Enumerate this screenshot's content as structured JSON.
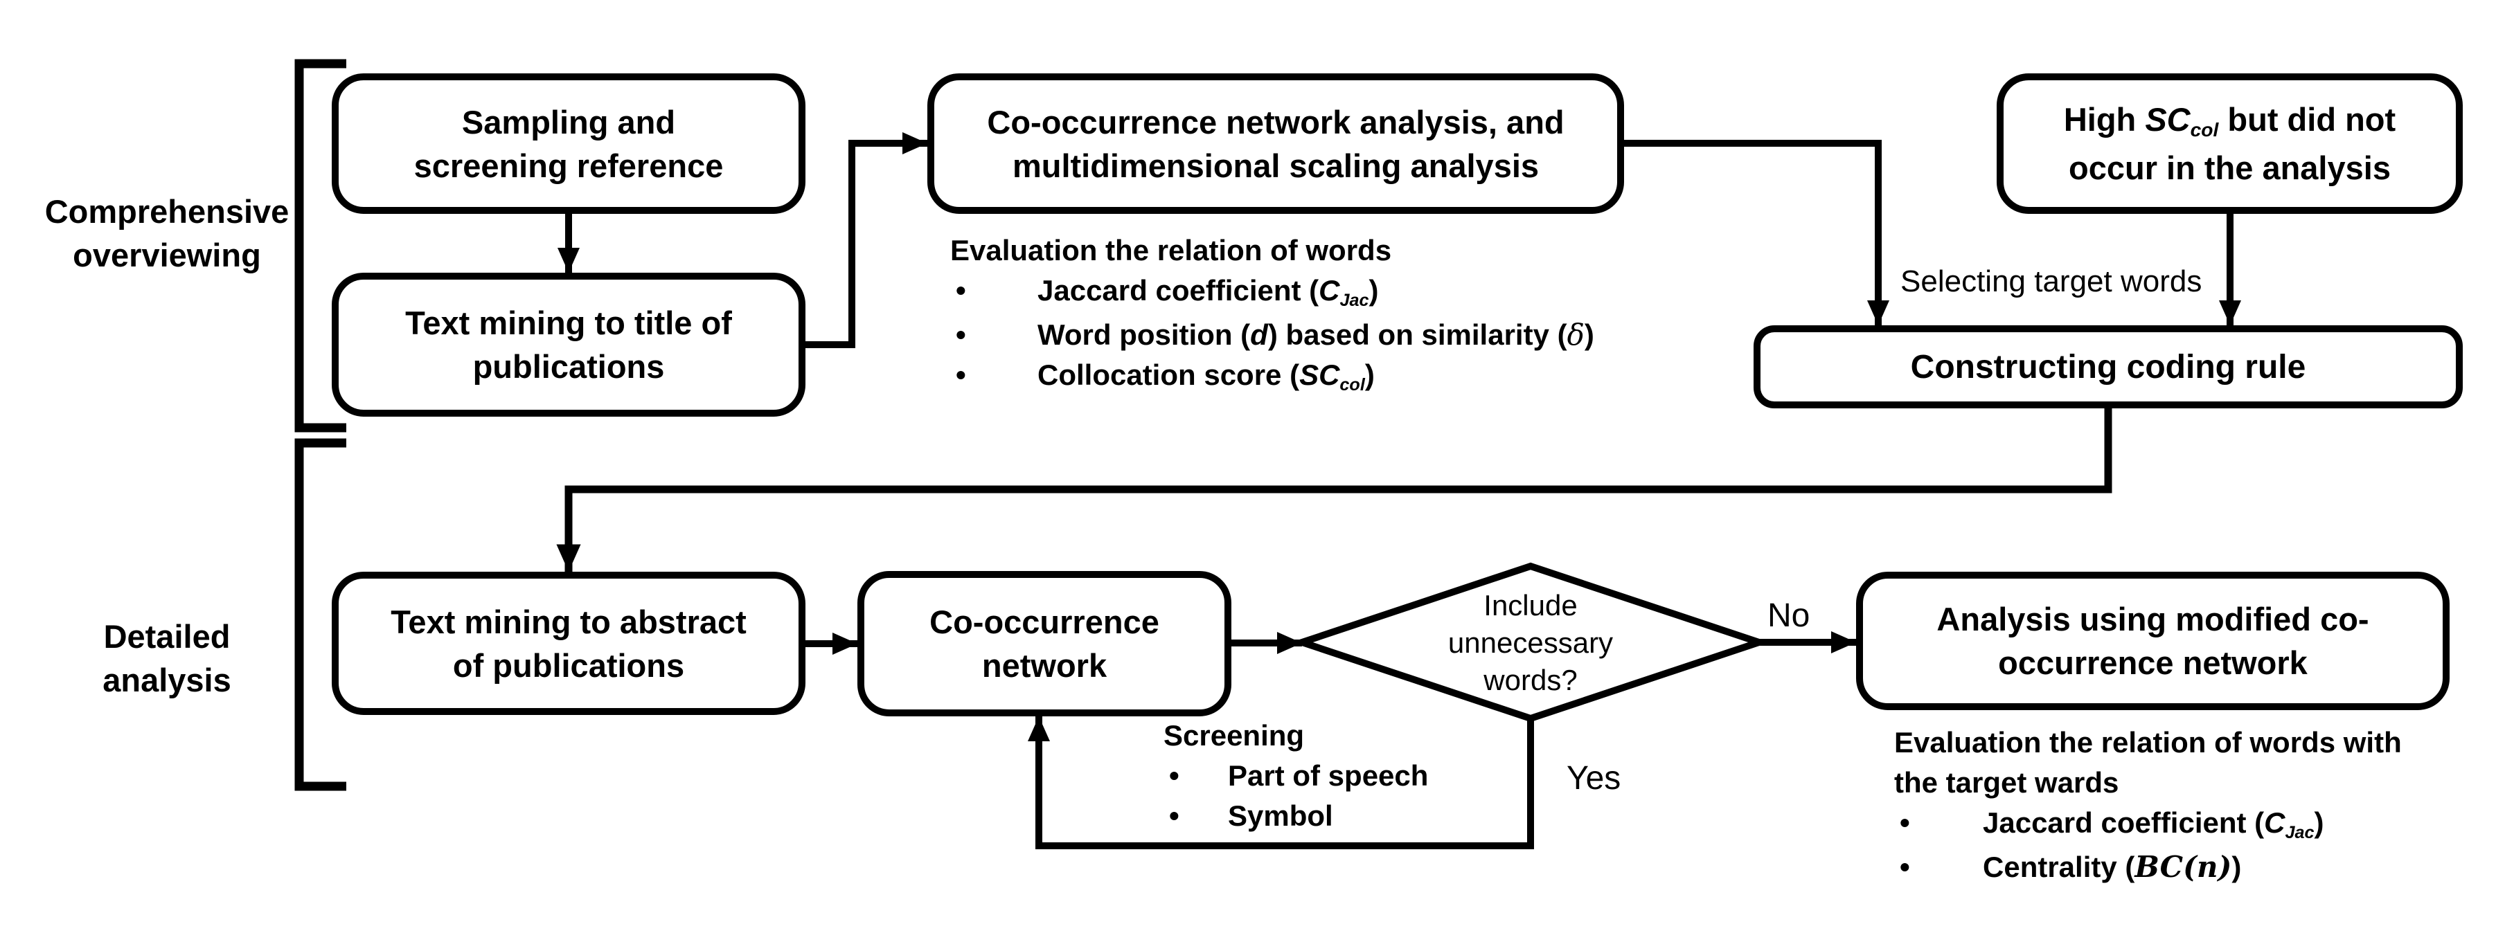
{
  "figure": {
    "phase1": {
      "label_line1": "Comprehensive",
      "label_line2": "overviewing"
    },
    "phase2": {
      "label_line1": "Detailed",
      "label_line2": "analysis"
    },
    "nodes": {
      "sampling": {
        "line1": "Sampling and",
        "line2": "screening reference"
      },
      "mining_title": {
        "line1": "Text mining to title of",
        "line2": "publications"
      },
      "network_analysis": {
        "line1": "Co-occurrence network analysis, and",
        "line2": "multidimensional scaling analysis"
      },
      "high_sccol": {
        "p1": "High ",
        "v": "SC",
        "s": "col",
        "p2": " but did not",
        "line2": "occur in the analysis"
      },
      "coding_rule": {
        "line1": "Constructing coding rule"
      },
      "mining_abstract": {
        "line1": "Text mining to abstract",
        "line2": "of publications"
      },
      "cooccurrence_network": {
        "line1": "Co-occurrence",
        "line2": "network"
      },
      "modified_network": {
        "line1": "Analysis using modified co-",
        "line2": "occurrence network"
      }
    },
    "decision": {
      "line1": "Include",
      "line2": "unnecessary",
      "line3": "words?",
      "yes": "Yes",
      "no": "No"
    },
    "edge_labels": {
      "selecting": "Selecting target words"
    },
    "notes": {
      "bullet": "•",
      "relation": {
        "header": "Evaluation the relation of words",
        "b1": {
          "pre": "Jaccard coefficient (",
          "v": "C",
          "s": "Jac",
          "post": ")"
        },
        "b2": {
          "pre": "Word position (",
          "v1": "d",
          "mid": ") based on similarity (",
          "v2": "δ",
          "post": ")"
        },
        "b3": {
          "pre": "Collocation score (",
          "v": "SC",
          "s": "col",
          "post": ")"
        }
      },
      "screening": {
        "header": "Screening",
        "b1": "Part of speech",
        "b2": "Symbol"
      },
      "relation_target": {
        "header_line1": "Evaluation the relation of words with",
        "header_line2": "the target wards",
        "b1": {
          "pre": "Jaccard coefficient (",
          "v": "C",
          "s": "Jac",
          "post": ")"
        },
        "b2": {
          "pre": "Centrality (",
          "v": "BC(n)",
          "post": ")"
        }
      }
    },
    "colors": {
      "ink": "#000000",
      "background": "#ffffff"
    }
  }
}
